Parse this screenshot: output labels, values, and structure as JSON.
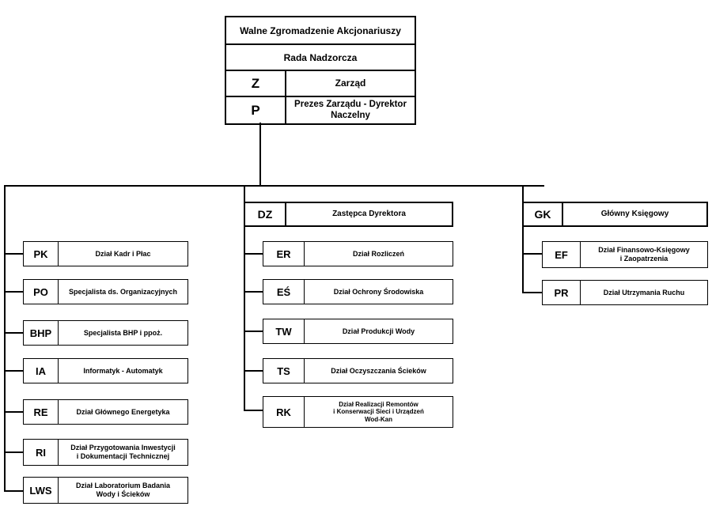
{
  "top": {
    "general_meeting": "Walne Zgromadzenie Akcjonariuszy",
    "supervisory_board": "Rada Nadzorcza",
    "board": {
      "code": "Z",
      "label": "Zarząd"
    },
    "president": {
      "code": "P",
      "label": "Prezes Zarządu - Dyrektor Naczelny"
    }
  },
  "left": [
    {
      "code": "PK",
      "label": "Dział Kadr i Płac"
    },
    {
      "code": "PO",
      "label": "Specjalista ds. Organizacyjnych"
    },
    {
      "code": "BHP",
      "label": "Specjalista BHP i ppoż."
    },
    {
      "code": "IA",
      "label": "Informatyk - Automatyk"
    },
    {
      "code": "RE",
      "label": "Dział Głównego Energetyka"
    },
    {
      "code": "RI",
      "label": "Dział Przygotowania Inwestycji\ni Dokumentacji Technicznej"
    },
    {
      "code": "LWS",
      "label": "Dział Laboratorium Badania\nWody i Ścieków"
    }
  ],
  "middle": {
    "head": {
      "code": "DZ",
      "label": "Zastępca Dyrektora"
    },
    "items": [
      {
        "code": "ER",
        "label": "Dział Rozliczeń"
      },
      {
        "code": "EŚ",
        "label": "Dział Ochrony Środowiska"
      },
      {
        "code": "TW",
        "label": "Dział Produkcji Wody"
      },
      {
        "code": "TS",
        "label": "Dział Oczyszczania Ścieków"
      },
      {
        "code": "RK",
        "label": "Dział Realizacji Remontów\ni Konserwacji Sieci i Urządzeń\nWod-Kan"
      }
    ]
  },
  "right": {
    "head": {
      "code": "GK",
      "label": "Główny Księgowy"
    },
    "items": [
      {
        "code": "EF",
        "label": "Dział Finansowo-Księgowy\ni Zaopatrzenia"
      },
      {
        "code": "PR",
        "label": "Dział Utrzymania Ruchu"
      }
    ]
  }
}
